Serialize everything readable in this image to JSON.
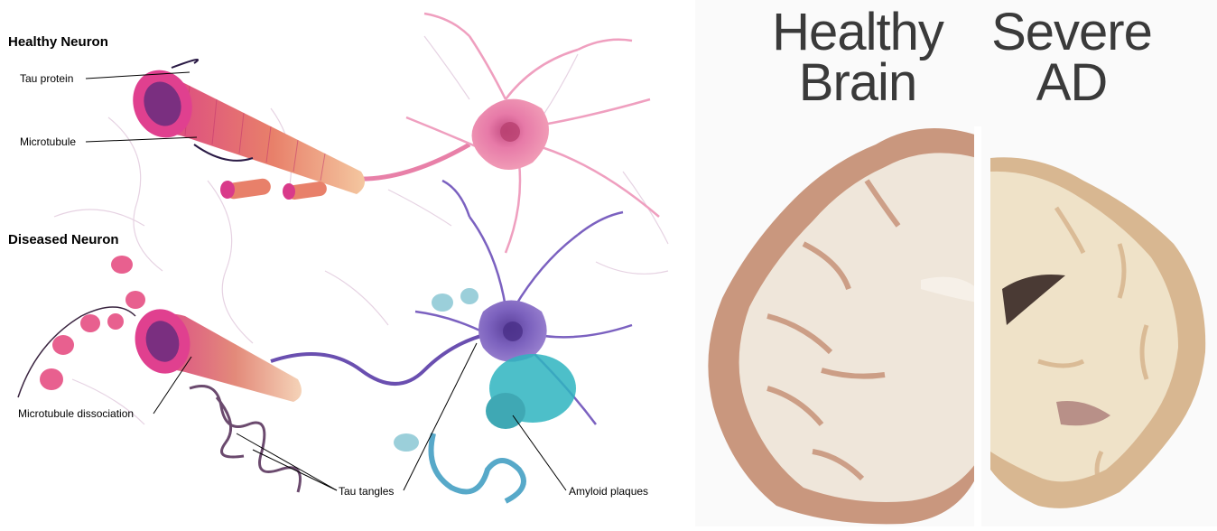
{
  "illustration": {
    "healthy_heading": "Healthy Neuron",
    "diseased_heading": "Diseased Neuron",
    "labels": {
      "tau_protein": "Tau protein",
      "microtubule": "Microtubule",
      "microtubule_dissociation": "Microtubule dissociation",
      "tau_tangles": "Tau tangles",
      "amyloid_plaques": "Amyloid plaques"
    }
  },
  "brains": {
    "healthy": {
      "line1": "Healthy",
      "line2": "Brain"
    },
    "severe": {
      "line1": "Severe",
      "line2": "AD"
    }
  },
  "colors": {
    "healthy_neuron": "#e46aa0",
    "diseased_neuron": "#6a4fb0",
    "amyloid": "#2fb5c0",
    "tau_tangle": "#6b4a6e",
    "brain_tissue": "#efe6da",
    "brain_cortex": "#c9977e"
  }
}
